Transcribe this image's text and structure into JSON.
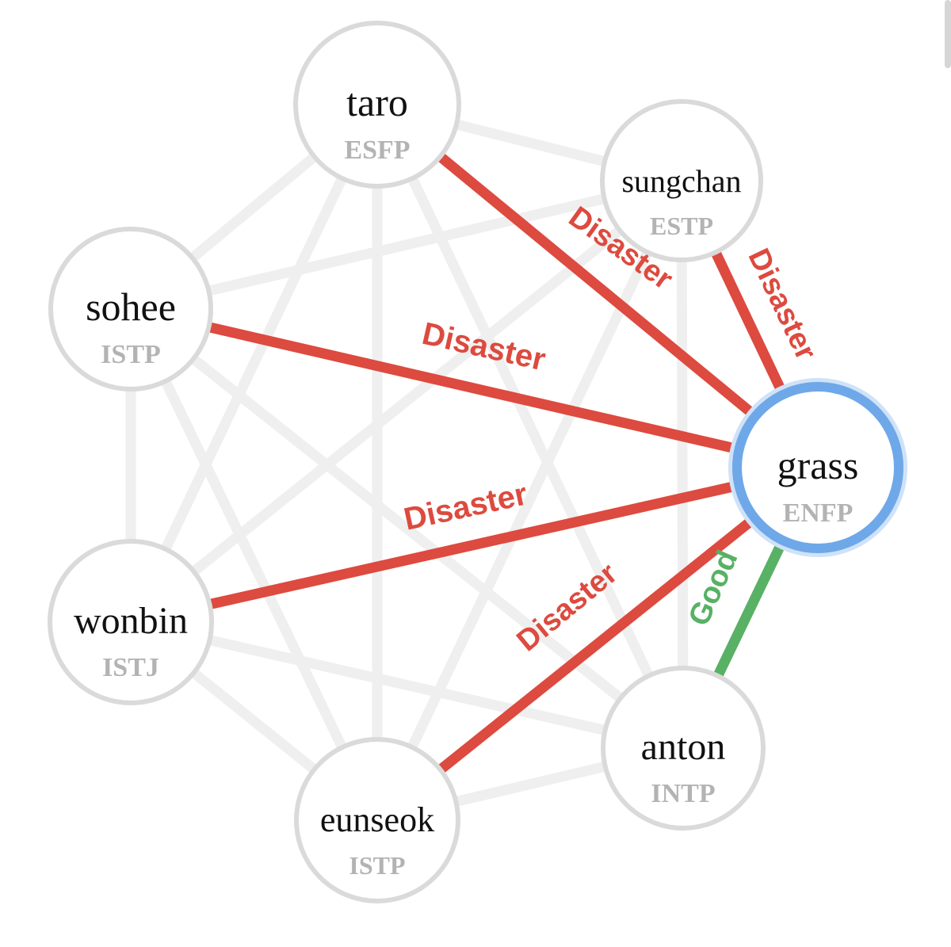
{
  "colors": {
    "faint_edge": "#efefef",
    "node_border": "#dadada",
    "disaster": "#dd4a3f",
    "good": "#58b164",
    "focus_ring": "#6ea8e8",
    "name_text": "#111111",
    "type_text": "#b3b3b3"
  },
  "nodes": [
    {
      "id": "taro",
      "name": "taro",
      "type": "ESFP"
    },
    {
      "id": "sungchan",
      "name": "sungchan",
      "type": "ESTP"
    },
    {
      "id": "sohee",
      "name": "sohee",
      "type": "ISTP"
    },
    {
      "id": "grass",
      "name": "grass",
      "type": "ENFP",
      "focused": true
    },
    {
      "id": "wonbin",
      "name": "wonbin",
      "type": "ISTJ"
    },
    {
      "id": "anton",
      "name": "anton",
      "type": "INTP"
    },
    {
      "id": "eunseok",
      "name": "eunseok",
      "type": "ISTP"
    }
  ],
  "highlighted_edges": [
    {
      "from": "grass",
      "to": "taro",
      "label": "Disaster",
      "kind": "disaster"
    },
    {
      "from": "grass",
      "to": "sungchan",
      "label": "Disaster",
      "kind": "disaster"
    },
    {
      "from": "grass",
      "to": "sohee",
      "label": "Disaster",
      "kind": "disaster"
    },
    {
      "from": "grass",
      "to": "wonbin",
      "label": "Disaster",
      "kind": "disaster"
    },
    {
      "from": "grass",
      "to": "eunseok",
      "label": "Disaster",
      "kind": "disaster"
    },
    {
      "from": "grass",
      "to": "anton",
      "label": "Good",
      "kind": "good"
    }
  ]
}
